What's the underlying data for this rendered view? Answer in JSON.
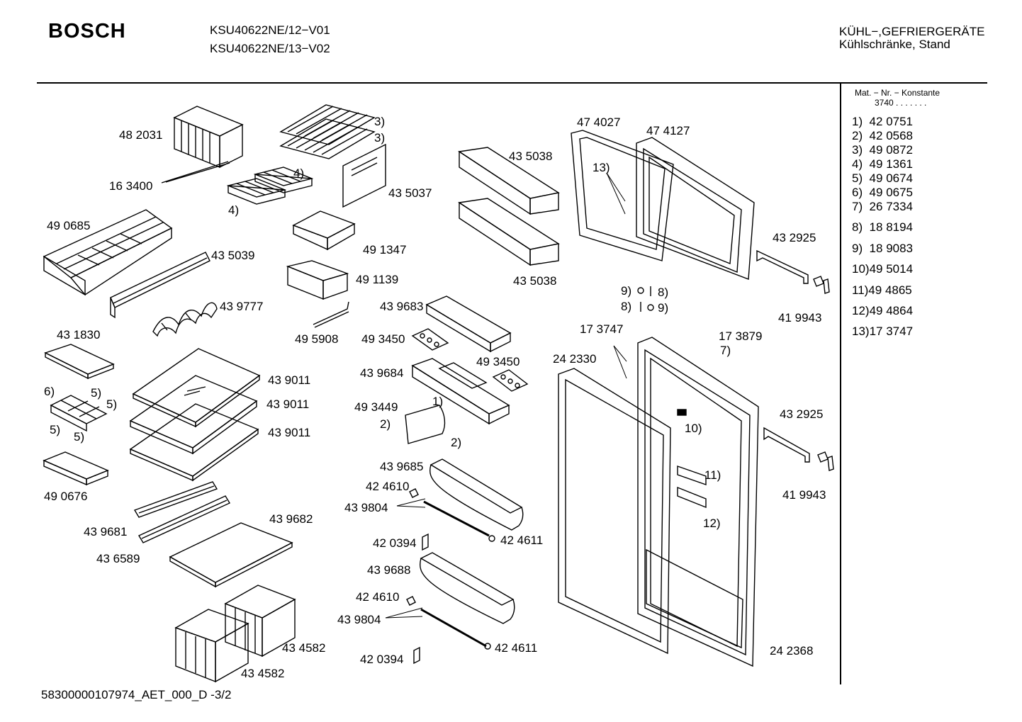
{
  "header": {
    "brand": "BOSCH",
    "model_1": "KSU40622NE/12−V01",
    "model_2": "KSU40622NE/13−V02",
    "category_1": "KÜHL−,GEFRIERGERÄTE",
    "category_2": "Kühlschränke, Stand"
  },
  "legend": {
    "title": "Mat. − Nr. − Konstante",
    "constant": "3740",
    "dots": ". . .   . . . .",
    "rows": [
      {
        "label": "1)  42 0751"
      },
      {
        "label": "2)  42 0568"
      },
      {
        "label": "3)  49 0872"
      },
      {
        "label": "4)  49 1361"
      },
      {
        "label": "5)  49 0674"
      },
      {
        "label": "6)  49 0675"
      },
      {
        "label": "7)  26 7334"
      },
      {
        "label": "8)  18 8194"
      },
      {
        "label": "9)  18 9083"
      },
      {
        "label": "10)49 5014"
      },
      {
        "label": "11)49 4865"
      },
      {
        "label": "12)49 4864"
      },
      {
        "label": "13)17 3747"
      }
    ]
  },
  "callouts": {
    "c482031": "48 2031",
    "c163400": "16 3400",
    "c490685": "49 0685",
    "c3a": "3)",
    "c3b": "3)",
    "c4a": "4)",
    "c4b": "4)",
    "c435037": "43 5037",
    "c491347": "49 1347",
    "c435039": "43 5039",
    "c491139": "49 1139",
    "c439777": "43 9777",
    "c495908": "49 5908",
    "c435038a": "43 5038",
    "c435038b": "43 5038",
    "c474027": "47 4027",
    "c474127": "47 4127",
    "c13": "13)",
    "c432925a": "43 2925",
    "c419943a": "41 9943",
    "c9a": "9)",
    "c8a": "8)",
    "c8b": "8)",
    "c9b": "9)",
    "c439683": "43 9683",
    "c493450a": "49 3450",
    "c493450b": "49 3450",
    "c431830": "43 1830",
    "c439684": "43 9684",
    "c493449": "49 3449",
    "c1": "1)",
    "c2a": "2)",
    "c2b": "2)",
    "c173747": "17 3747",
    "c173879": "17 3879",
    "c7": "7)",
    "c242330": "24 2330",
    "c432925b": "43 2925",
    "c419943b": "41 9943",
    "c10": "10)",
    "c11": "11)",
    "c12": "12)",
    "c6": "6)",
    "c5a": "5)",
    "c5b": "5)",
    "c5c": "5)",
    "c5d": "5)",
    "c439011a": "43 9011",
    "c439011b": "43 9011",
    "c439011c": "43 9011",
    "c490676": "49 0676",
    "c439685": "43 9685",
    "c424610a": "42 4610",
    "c439804a": "43 9804",
    "c420394a": "42 0394",
    "c424611a": "42 4611",
    "c439688": "43 9688",
    "c424610b": "42 4610",
    "c439804b": "43 9804",
    "c420394b": "42 0394",
    "c424611b": "42 4611",
    "c439681": "43 9681",
    "c439682": "43 9682",
    "c436589": "43 6589",
    "c434582a": "43 4582",
    "c434582b": "43 4582",
    "c242368": "24 2368"
  },
  "footer": {
    "doc_id": "58300000107974_AET_000_D -3/2"
  }
}
